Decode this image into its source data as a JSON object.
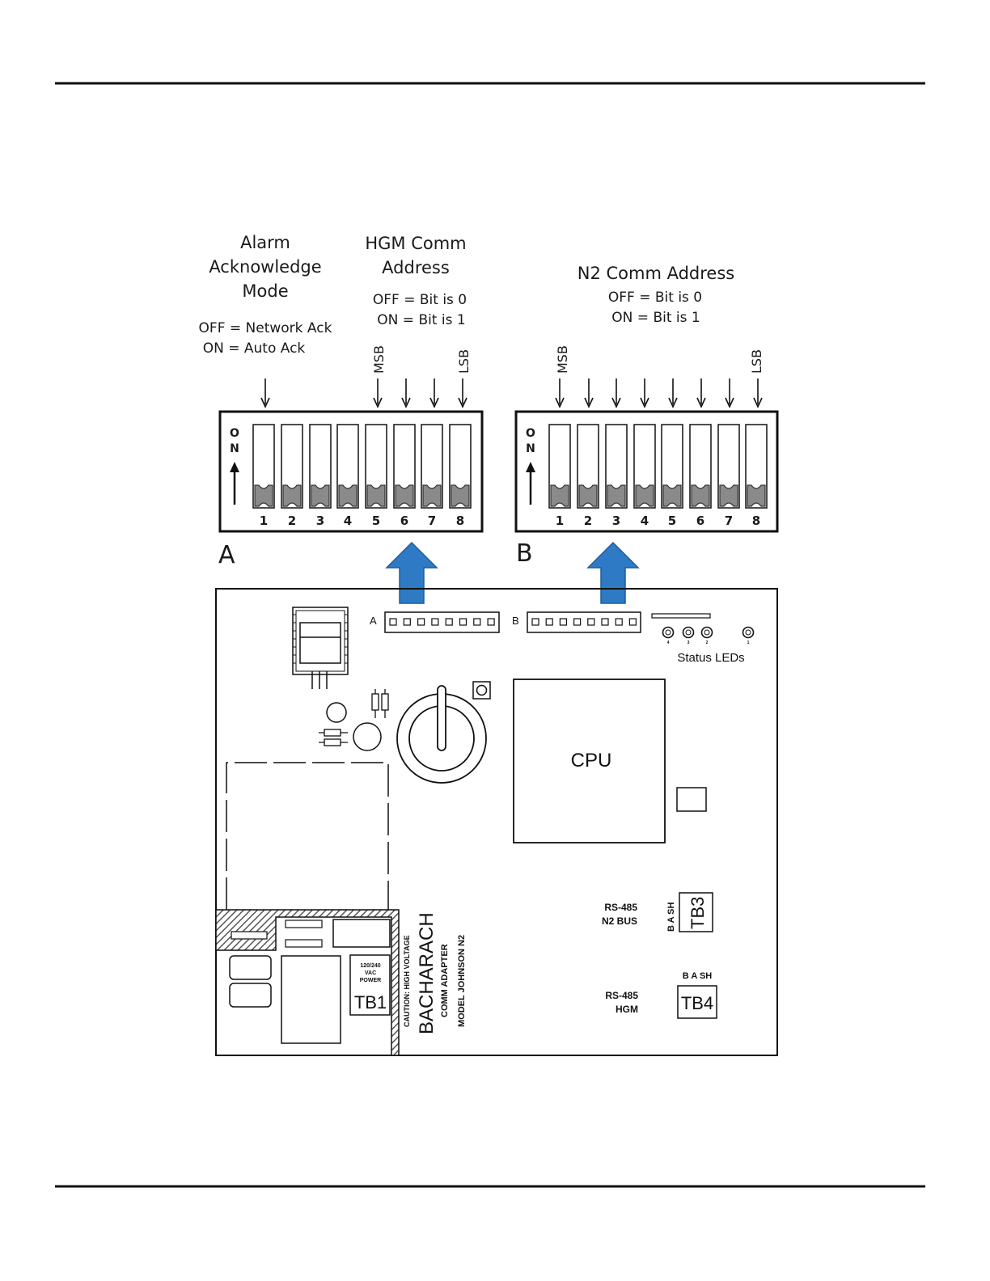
{
  "labels": {
    "alarm_ack_title": [
      "Alarm",
      "Acknowledge",
      "Mode"
    ],
    "alarm_ack_off": "OFF = Network Ack",
    "alarm_ack_on": "ON = Auto Ack",
    "hgm_title": [
      "HGM Comm",
      "Address"
    ],
    "hgm_off": "OFF = Bit is 0",
    "hgm_on": "ON = Bit is 1",
    "n2_title": "N2 Comm Address",
    "n2_off": "OFF = Bit is 0",
    "n2_on": "ON = Bit is 1",
    "msb": "MSB",
    "lsb": "LSB",
    "on_letters": [
      "O",
      "N"
    ]
  },
  "dip_switch_a": {
    "id": "A",
    "switch_numbers": [
      "1",
      "2",
      "3",
      "4",
      "5",
      "6",
      "7",
      "8"
    ]
  },
  "dip_switch_b": {
    "id": "B",
    "switch_numbers": [
      "1",
      "2",
      "3",
      "4",
      "5",
      "6",
      "7",
      "8"
    ]
  },
  "board": {
    "header_a": "A",
    "header_b": "B",
    "status_leds_label": "Status LEDs",
    "led_numbers": [
      "4",
      "3",
      "2",
      "1"
    ],
    "cpu": "CPU",
    "tb1": "TB1",
    "tb1_caption": [
      "120/240",
      "VAC",
      "POWER"
    ],
    "caution": "CAUTION:  HIGH  VOLTAGE",
    "brand": "BACHARACH",
    "comm_adapter": "COMM  ADAPTER",
    "model": "MODEL  JOHNSON  N2",
    "tb3": "TB3",
    "tb3_terminals": "B  A  SH",
    "tb3_desc": [
      "RS-485",
      "N2 BUS"
    ],
    "tb4": "TB4",
    "tb4_terminals": "B  A  SH",
    "tb4_desc": [
      "RS-485",
      "HGM"
    ]
  },
  "colors": {
    "arrow": "#2f7ac4",
    "arrow_stroke": "#1f5d99",
    "slider": "#8a8a8a",
    "hatch": "#555555"
  }
}
